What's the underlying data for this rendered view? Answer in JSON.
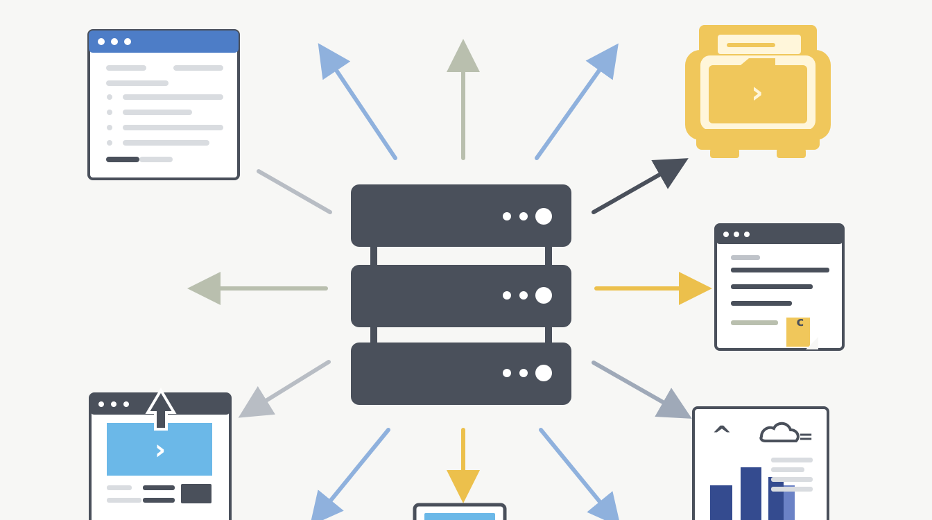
{
  "diagram": {
    "center": "server-rack-icon",
    "glyphs": {
      "prompt": "›",
      "chevron": "^",
      "lines": "=",
      "c": "c"
    },
    "colors": {
      "background": "#f7f7f5",
      "dark": "#4a505b",
      "blue": "#4d7dc7",
      "light_blue": "#8fb1dd",
      "sky": "#6bb8e8",
      "gold": "#f0c75b",
      "gold_arrow": "#ecc04c",
      "sage": "#b9bfae",
      "gray": "#b8bdc4",
      "muted_blue_gray": "#9fa9b8",
      "navy": "#344b8f"
    },
    "nodes": [
      {
        "name": "top-left-document-window-icon"
      },
      {
        "name": "top-right-folder-monitor-icon"
      },
      {
        "name": "right-text-document-window-icon"
      },
      {
        "name": "bottom-right-chart-dashboard-icon"
      },
      {
        "name": "bottom-left-upload-window-icon"
      },
      {
        "name": "bottom-center-monitor-icon"
      }
    ],
    "arrows": [
      {
        "name": "arrow-up-left",
        "color": "light_blue"
      },
      {
        "name": "arrow-up",
        "color": "sage"
      },
      {
        "name": "arrow-up-right",
        "color": "light_blue"
      },
      {
        "name": "arrow-right-up",
        "color": "dark"
      },
      {
        "name": "arrow-right",
        "color": "gold_arrow"
      },
      {
        "name": "arrow-down-right",
        "color": "muted_blue_gray"
      },
      {
        "name": "arrow-down-center",
        "color": "gold_arrow"
      },
      {
        "name": "arrow-down-left",
        "color": "light_blue"
      },
      {
        "name": "arrow-down-right-lower",
        "color": "light_blue"
      },
      {
        "name": "arrow-left",
        "color": "sage"
      },
      {
        "name": "arrow-left-lower",
        "color": "gray"
      },
      {
        "name": "line-top-left",
        "color": "gray"
      }
    ]
  }
}
